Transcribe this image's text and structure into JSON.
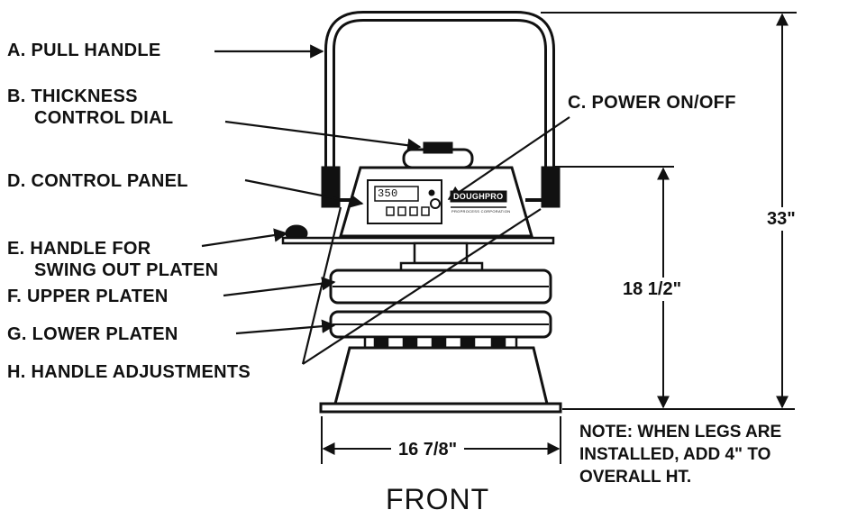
{
  "labels": {
    "a": "A. PULL HANDLE",
    "b_line1": "B. THICKNESS",
    "b_line2": "CONTROL DIAL",
    "c": "C. POWER ON/OFF",
    "d": "D. CONTROL PANEL",
    "e_line1": "E. HANDLE FOR",
    "e_line2": "SWING OUT PLATEN",
    "f": "F.  UPPER PLATEN",
    "g": "G. LOWER PLATEN",
    "h": "H. HANDLE ADJUSTMENTS"
  },
  "dimensions": {
    "overall_height": "33\"",
    "panel_height": "18 1/2\"",
    "base_width": "16 7/8\""
  },
  "note": {
    "line1": "NOTE:  WHEN LEGS ARE",
    "line2": "INSTALLED, ADD 4\" TO",
    "line3": "OVERALL HT."
  },
  "view_title": "FRONT",
  "machine": {
    "display_value": "350",
    "brand": "DOUGHPRO",
    "sub_brand": "PROPROCESS CORPORATION"
  },
  "colors": {
    "ink": "#111111",
    "paper": "#ffffff"
  }
}
